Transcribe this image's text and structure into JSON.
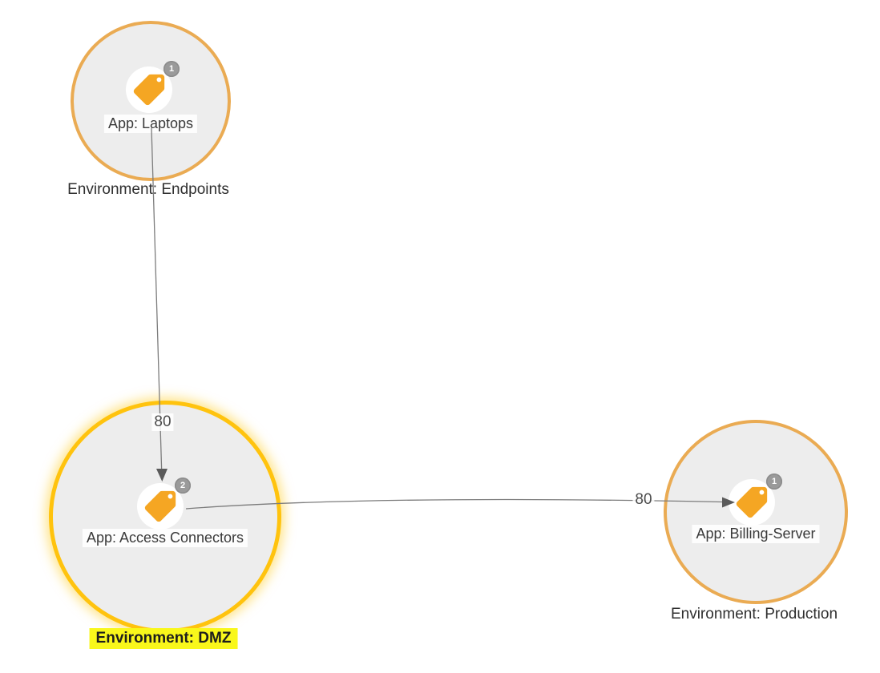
{
  "nodes": [
    {
      "id": "laptops",
      "app_label": "App: Laptops",
      "env_label": "Environment: Endpoints",
      "tag_count": "1",
      "highlighted": false
    },
    {
      "id": "access-connectors",
      "app_label": "App: Access Connectors",
      "env_label": "Environment: DMZ",
      "tag_count": "2",
      "highlighted": true
    },
    {
      "id": "billing-server",
      "app_label": "App: Billing-Server",
      "env_label": "Environment: Production",
      "tag_count": "1",
      "highlighted": false
    }
  ],
  "edges": [
    {
      "from": "App: Laptops",
      "to": "App: Access Connectors",
      "port": "80"
    },
    {
      "from": "App: Access Connectors",
      "to": "App: Billing-Server",
      "port": "80"
    }
  ],
  "colors": {
    "node_fill": "#EDEDED",
    "node_border": "#EAAB53",
    "selected_node_border": "#FFC30E",
    "selected_glow": "#FFCD28",
    "tag_icon": "#F5A623",
    "badge_background": "#9A9A9A",
    "edge_line": "#7C7C7C",
    "arrow_head": "#5A5A5A",
    "env_highlight": "#F9F71B"
  }
}
